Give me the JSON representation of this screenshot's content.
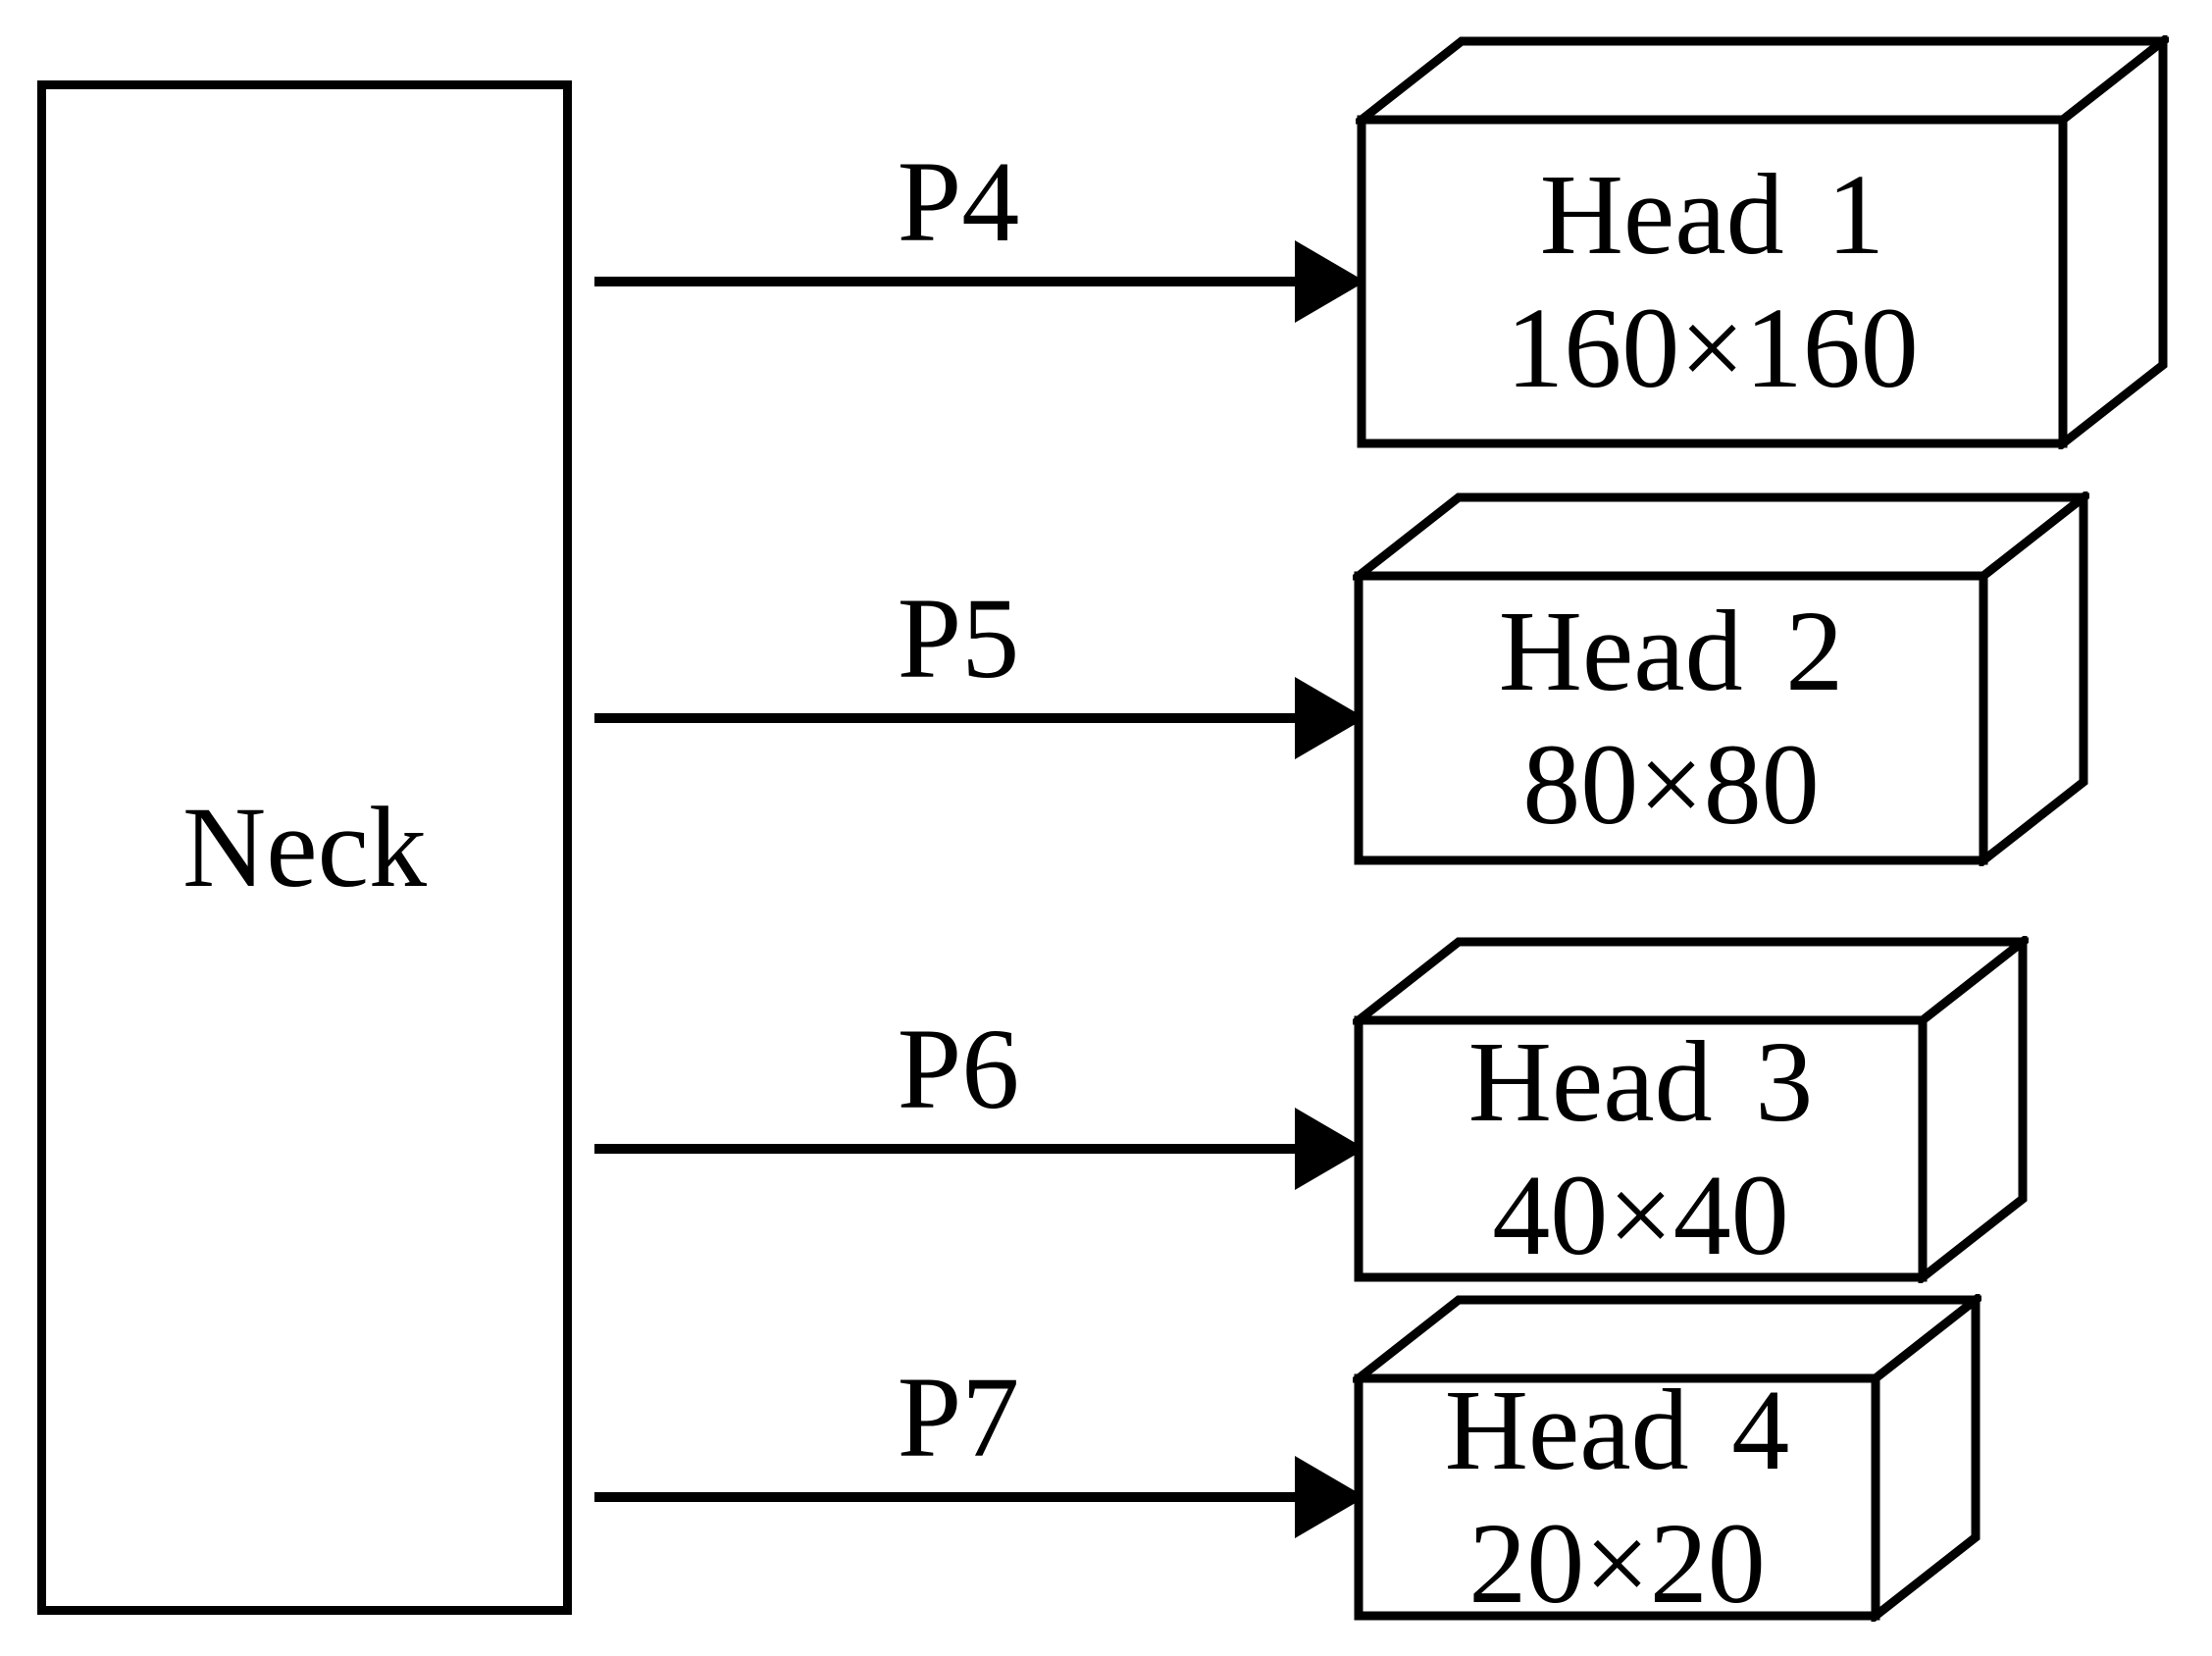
{
  "canvas": {
    "background_color": "#ffffff",
    "ink_color": "#000000"
  },
  "neck": {
    "label": "Neck"
  },
  "connections": [
    {
      "label": "P4"
    },
    {
      "label": "P5"
    },
    {
      "label": "P6"
    },
    {
      "label": "P7"
    }
  ],
  "heads": [
    {
      "name": "Head 1",
      "size": "160×160"
    },
    {
      "name": "Head 2",
      "size": "80×80"
    },
    {
      "name": "Head 3",
      "size": "40×40"
    },
    {
      "name": "Head 4",
      "size": "20×20"
    }
  ]
}
